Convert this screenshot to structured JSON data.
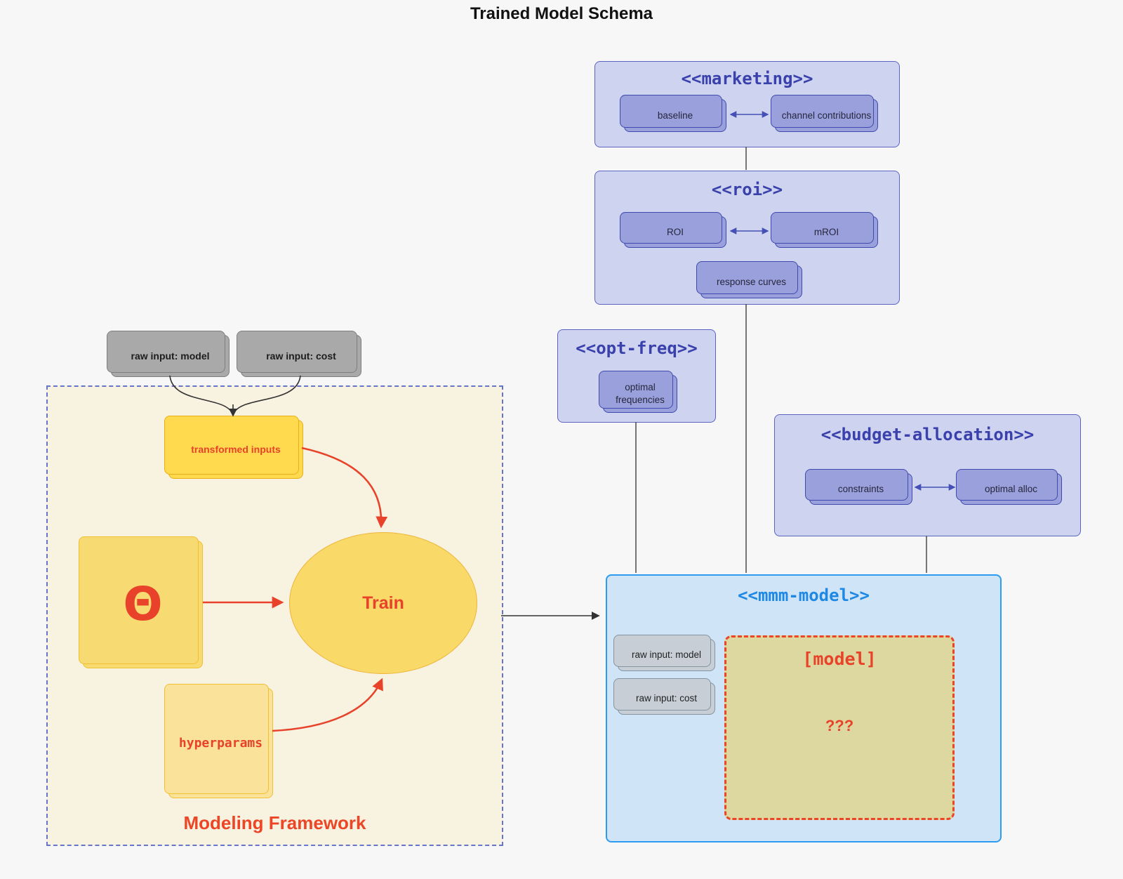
{
  "title": "Trained Model Schema",
  "marketing": {
    "title": "<<marketing>>",
    "baseline": "baseline",
    "channel_contributions": "channel contributions"
  },
  "roi": {
    "title": "<<roi>>",
    "roi": "ROI",
    "mroi": "mROI",
    "response_curves": "response curves"
  },
  "opt_freq": {
    "title": "<<opt-freq>>",
    "optimal_frequencies": "optimal frequencies"
  },
  "budget_allocation": {
    "title": "<<budget-allocation>>",
    "constraints": "constraints",
    "optimal_alloc": "optimal alloc"
  },
  "mmm_model": {
    "title": "<<mmm-model>>",
    "raw_input_model": "raw input: model",
    "raw_input_cost": "raw input: cost",
    "model_placeholder": "[model]",
    "unknown": "???"
  },
  "modeling_framework": {
    "label": "Modeling Framework",
    "raw_input_model": "raw input: model",
    "raw_input_cost": "raw input: cost",
    "transformed_inputs": "transformed inputs",
    "theta": "Θ",
    "train": "Train",
    "hyperparams": "hyperparams"
  },
  "colors": {
    "accent_red": "#e8432a",
    "indigo_title": "#3a41ad",
    "blue_title": "#1e88e5",
    "lavender_fill": "#ced4ef",
    "purple_node_fill": "#99a0dc",
    "blue_container_fill": "#cfe4f7",
    "khaki_fill": "#dcd89f",
    "cream_fill": "#f8f2e1",
    "yellow_fill": "#ffd94e"
  }
}
